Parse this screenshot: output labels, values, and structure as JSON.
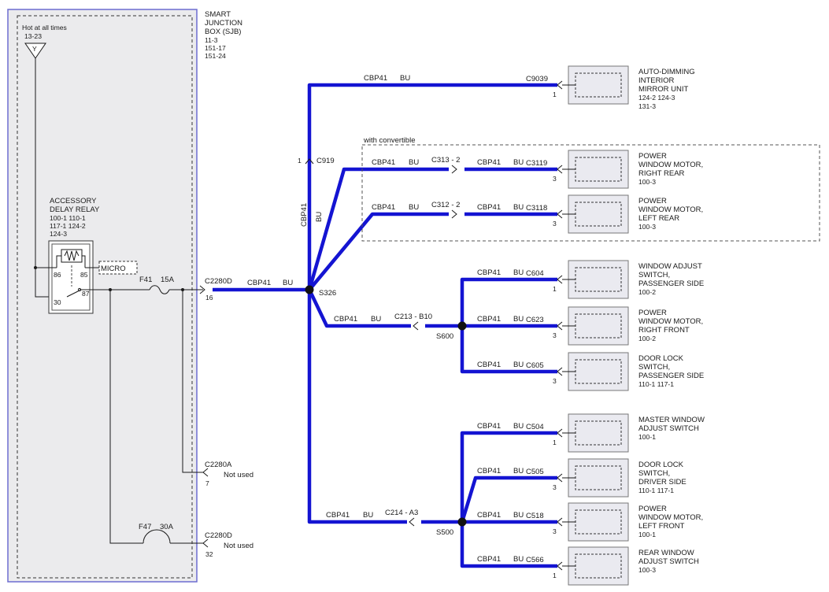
{
  "sjb": {
    "title": [
      "SMART",
      "JUNCTION",
      "BOX (SJB)"
    ],
    "refs": [
      "11-3",
      "151-17",
      "151-24"
    ],
    "hot_label": "Hot at all times",
    "hot_ref": "13-23",
    "hot_symbol": "Y"
  },
  "relay": {
    "title": [
      "ACCESSORY",
      "DELAY RELAY"
    ],
    "refs": [
      "100-1    110-1",
      "117-1    124-2",
      "124-3"
    ],
    "pins": {
      "p86": "86",
      "p85": "85",
      "p30": "30",
      "p87": "87"
    },
    "micro": "MICRO"
  },
  "fuses": {
    "f41_label": "F41",
    "f41_rating": "15A",
    "f47_label": "F47",
    "f47_rating": "30A"
  },
  "sjb_connectors": {
    "c2280d_top": {
      "name": "C2280D",
      "pin": "16",
      "wire": "CBP41",
      "color": "BU"
    },
    "c2280a": {
      "name": "C2280A",
      "pin": "7",
      "note": "Not used"
    },
    "c2280d_bottom": {
      "name": "C2280D",
      "pin": "32",
      "note": "Not used"
    }
  },
  "splices": {
    "s326": "S326",
    "s600": "S600",
    "s500": "S500"
  },
  "c919": {
    "name": "C919",
    "pin": "1",
    "wire": "CBP41",
    "color": "BU"
  },
  "convertible_label": "with convertible",
  "inline_connectors": {
    "c313": "C313  - 2",
    "c312": "C312  - 2",
    "c213": "C213  - B10",
    "c214": "C214  - A3"
  },
  "wire_labels": {
    "circuit": "CBP41",
    "color": "BU"
  },
  "components": [
    {
      "connector": "C9039",
      "pin": "1",
      "lines": [
        "AUTO-DIMMING",
        "INTERIOR",
        "MIRROR UNIT",
        "124-2    124-3",
        "131-3"
      ]
    },
    {
      "connector": "C3119",
      "pin": "3",
      "lines": [
        "POWER",
        "WINDOW MOTOR,",
        "RIGHT REAR",
        "100-3"
      ]
    },
    {
      "connector": "C3118",
      "pin": "3",
      "lines": [
        "POWER",
        "WINDOW MOTOR,",
        "LEFT REAR",
        "100-3"
      ]
    },
    {
      "connector": "C604",
      "pin": "1",
      "lines": [
        "WINDOW ADJUST",
        "SWITCH,",
        "PASSENGER SIDE",
        "100-2"
      ]
    },
    {
      "connector": "C623",
      "pin": "3",
      "lines": [
        "POWER",
        "WINDOW MOTOR,",
        "RIGHT FRONT",
        "100-2"
      ]
    },
    {
      "connector": "C605",
      "pin": "3",
      "lines": [
        "DOOR LOCK",
        "SWITCH,",
        "PASSENGER SIDE",
        "110-1    117-1"
      ]
    },
    {
      "connector": "C504",
      "pin": "1",
      "lines": [
        "MASTER WINDOW",
        "ADJUST SWITCH",
        "100-1"
      ]
    },
    {
      "connector": "C505",
      "pin": "3",
      "lines": [
        "DOOR LOCK",
        "SWITCH,",
        "DRIVER SIDE",
        "110-1    117-1"
      ]
    },
    {
      "connector": "C518",
      "pin": "3",
      "lines": [
        "POWER",
        "WINDOW MOTOR,",
        "LEFT FRONT",
        "100-1"
      ]
    },
    {
      "connector": "C566",
      "pin": "1",
      "lines": [
        "REAR WINDOW",
        "ADJUST SWITCH",
        "100-3"
      ]
    }
  ]
}
